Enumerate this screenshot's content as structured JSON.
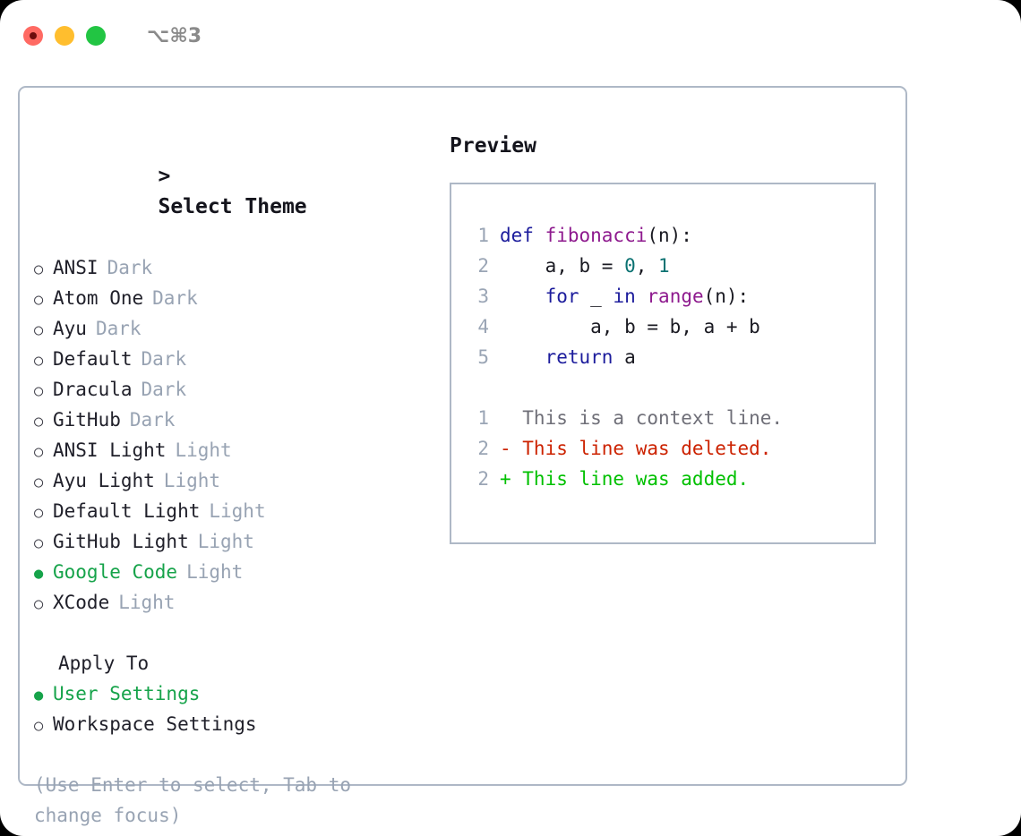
{
  "titlebar": {
    "traffic_lights": [
      {
        "name": "close-button",
        "color": "#ff6a63"
      },
      {
        "name": "minimize-button",
        "color": "#ffbe2e"
      },
      {
        "name": "maximize-button",
        "color": "#22c543"
      }
    ],
    "shortcut": "⌥⌘3"
  },
  "left": {
    "header": "Select Theme",
    "caret": ">",
    "markers": {
      "unselected": "○",
      "selected": "●"
    },
    "themes": [
      {
        "label": "ANSI",
        "suffix": "Dark",
        "selected": false
      },
      {
        "label": "Atom One",
        "suffix": "Dark",
        "selected": false
      },
      {
        "label": "Ayu",
        "suffix": "Dark",
        "selected": false
      },
      {
        "label": "Default",
        "suffix": "Dark",
        "selected": false
      },
      {
        "label": "Dracula",
        "suffix": "Dark",
        "selected": false
      },
      {
        "label": "GitHub",
        "suffix": "Dark",
        "selected": false
      },
      {
        "label": "ANSI Light",
        "suffix": "Light",
        "selected": false
      },
      {
        "label": "Ayu Light",
        "suffix": "Light",
        "selected": false
      },
      {
        "label": "Default Light",
        "suffix": "Light",
        "selected": false
      },
      {
        "label": "GitHub Light",
        "suffix": "Light",
        "selected": false
      },
      {
        "label": "Google Code",
        "suffix": "Light",
        "selected": true
      },
      {
        "label": "XCode",
        "suffix": "Light",
        "selected": false
      }
    ],
    "apply_to": {
      "header": "Apply To",
      "options": [
        {
          "label": "User Settings",
          "selected": true
        },
        {
          "label": "Workspace Settings",
          "selected": false
        }
      ]
    },
    "hint": "(Use Enter to select, Tab to change focus)"
  },
  "preview": {
    "title": "Preview",
    "code_lines": [
      {
        "ln": "1",
        "tokens": [
          {
            "t": "def ",
            "c": "kw"
          },
          {
            "t": "fibonacci",
            "c": "fn"
          },
          {
            "t": "(n):",
            "c": "plain"
          }
        ]
      },
      {
        "ln": "2",
        "tokens": [
          {
            "t": "    a, b = ",
            "c": "plain"
          },
          {
            "t": "0",
            "c": "num"
          },
          {
            "t": ", ",
            "c": "plain"
          },
          {
            "t": "1",
            "c": "num"
          }
        ]
      },
      {
        "ln": "3",
        "tokens": [
          {
            "t": "    ",
            "c": "plain"
          },
          {
            "t": "for",
            "c": "kw"
          },
          {
            "t": " _ ",
            "c": "plain"
          },
          {
            "t": "in",
            "c": "kw"
          },
          {
            "t": " ",
            "c": "plain"
          },
          {
            "t": "range",
            "c": "fn"
          },
          {
            "t": "(n):",
            "c": "plain"
          }
        ]
      },
      {
        "ln": "4",
        "tokens": [
          {
            "t": "        a, b = b, a + b",
            "c": "plain"
          }
        ]
      },
      {
        "ln": "5",
        "tokens": [
          {
            "t": "    ",
            "c": "plain"
          },
          {
            "t": "return",
            "c": "kw"
          },
          {
            "t": " a",
            "c": "plain"
          }
        ]
      }
    ],
    "diff_lines": [
      {
        "ln": "1",
        "marker": " ",
        "text": "This is a context line.",
        "kind": "context"
      },
      {
        "ln": "2",
        "marker": "-",
        "text": "This line was deleted.",
        "kind": "del"
      },
      {
        "ln": "2",
        "marker": "+",
        "text": "This line was added.",
        "kind": "add"
      }
    ]
  },
  "colors": {
    "selection_green": "#16a34a",
    "diff_add_green": "#00c000",
    "diff_del_red": "#cc2200",
    "muted": "#98a3b3",
    "border": "#aeb8c6",
    "keyword_blue": "#1c1c9c",
    "function_purple": "#8e1a8e",
    "number_teal": "#0b7272"
  }
}
